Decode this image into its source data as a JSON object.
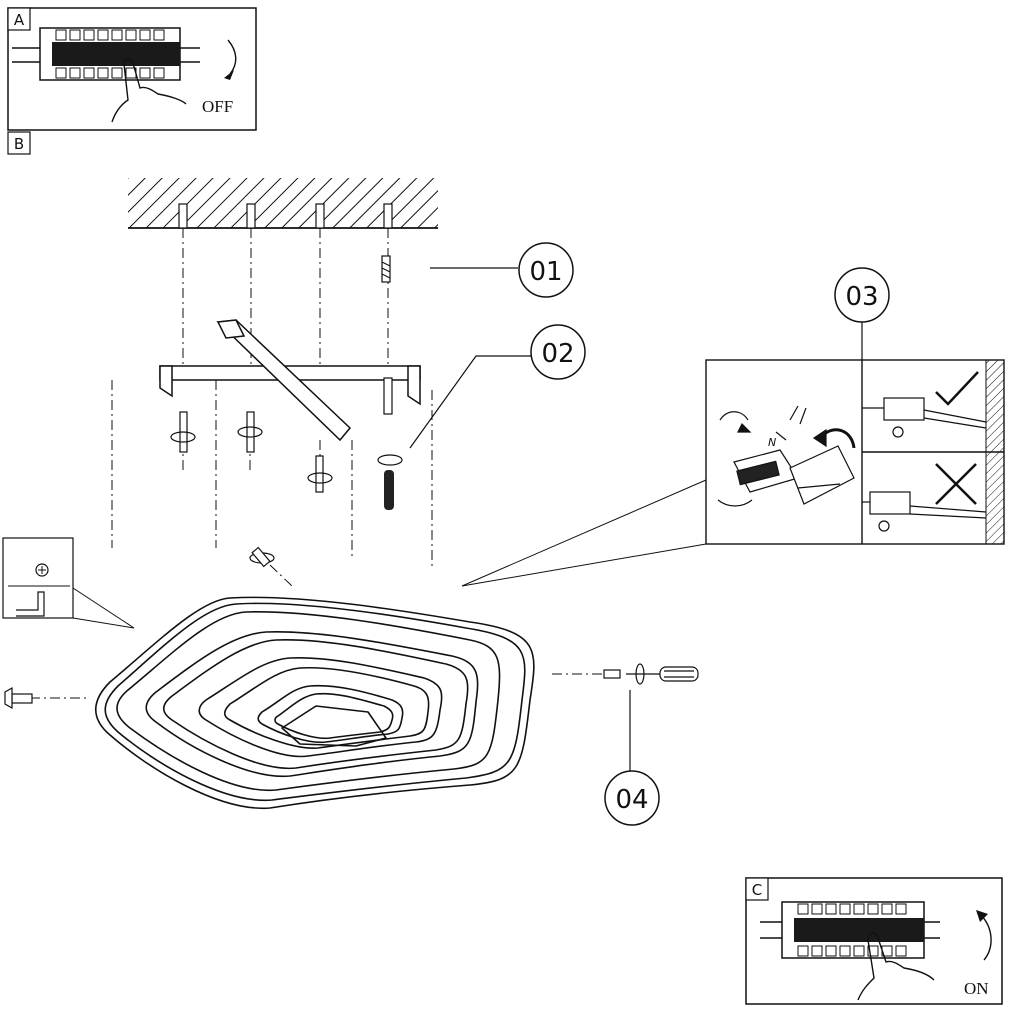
{
  "panels": {
    "a": {
      "label": "A",
      "caption": "OFF"
    },
    "b": {
      "label": "B"
    },
    "c": {
      "label": "C",
      "caption": "ON"
    }
  },
  "callouts": {
    "c01": "01",
    "c02": "02",
    "c03": "03",
    "c04": "04"
  },
  "wiring_labels": {
    "neutral": "N"
  },
  "colors": {
    "ink": "#111111",
    "paper": "#ffffff"
  }
}
